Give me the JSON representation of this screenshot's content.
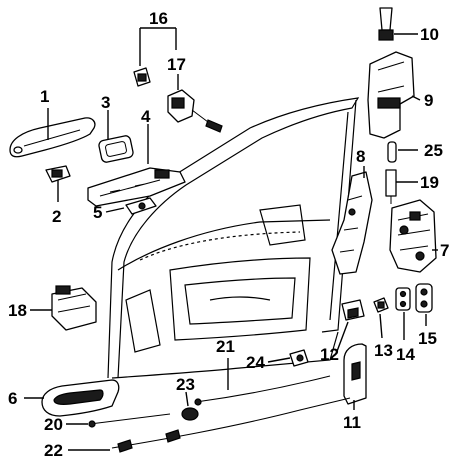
{
  "callouts": [
    {
      "id": "1",
      "text": "1"
    },
    {
      "id": "2",
      "text": "2"
    },
    {
      "id": "3",
      "text": "3"
    },
    {
      "id": "4",
      "text": "4"
    },
    {
      "id": "5",
      "text": "5"
    },
    {
      "id": "6",
      "text": "6"
    },
    {
      "id": "7",
      "text": "7"
    },
    {
      "id": "8",
      "text": "8"
    },
    {
      "id": "9",
      "text": "9"
    },
    {
      "id": "10",
      "text": "10"
    },
    {
      "id": "11",
      "text": "11"
    },
    {
      "id": "12",
      "text": "12"
    },
    {
      "id": "13",
      "text": "13"
    },
    {
      "id": "14",
      "text": "14"
    },
    {
      "id": "15",
      "text": "15"
    },
    {
      "id": "16",
      "text": "16"
    },
    {
      "id": "17",
      "text": "17"
    },
    {
      "id": "18",
      "text": "18"
    },
    {
      "id": "19",
      "text": "19"
    },
    {
      "id": "20",
      "text": "20"
    },
    {
      "id": "21",
      "text": "21"
    },
    {
      "id": "22",
      "text": "22"
    },
    {
      "id": "23",
      "text": "23"
    },
    {
      "id": "24",
      "text": "24"
    },
    {
      "id": "25",
      "text": "25"
    }
  ]
}
